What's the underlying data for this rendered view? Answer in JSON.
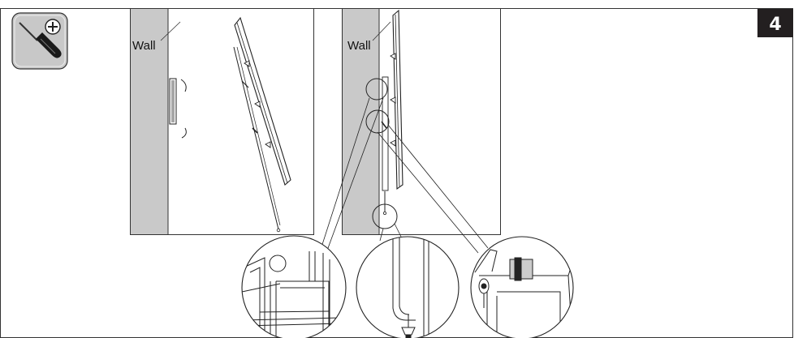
{
  "step": {
    "number": "4",
    "badge_color": "#231f20"
  },
  "tool": {
    "icon": "screwdriver-phillips-icon",
    "background": "#c8c8c8"
  },
  "panels": [
    {
      "wall_label": "Wall",
      "wall_color": "#c9c9c9"
    },
    {
      "wall_label": "Wall",
      "wall_color": "#c9c9c9"
    }
  ],
  "details": {
    "count": 3,
    "icons": [
      "bracket-slot-detail",
      "safety-cord-detail",
      "locking-cam-detail"
    ]
  }
}
